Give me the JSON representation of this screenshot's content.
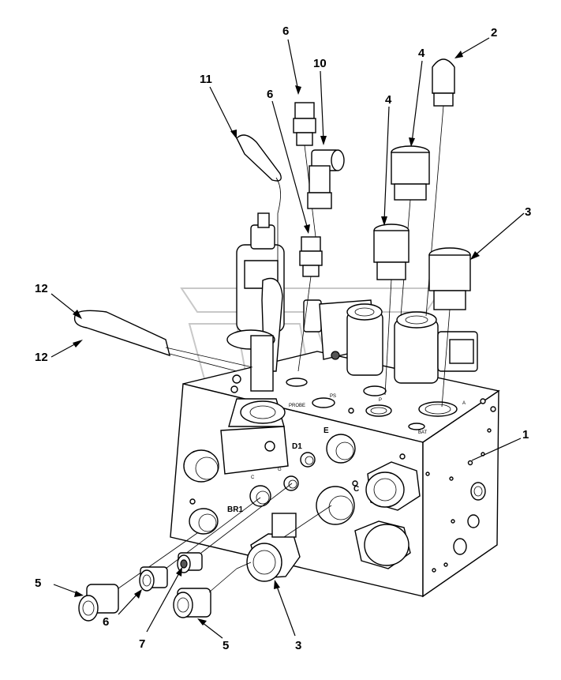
{
  "callouts": [
    {
      "id": "c6a",
      "label": "6"
    },
    {
      "id": "c2",
      "label": "2"
    },
    {
      "id": "c10",
      "label": "10"
    },
    {
      "id": "c11",
      "label": "11"
    },
    {
      "id": "c4a",
      "label": "4"
    },
    {
      "id": "c6b",
      "label": "6"
    },
    {
      "id": "c4b",
      "label": "4"
    },
    {
      "id": "c3a",
      "label": "3"
    },
    {
      "id": "c12a",
      "label": "12"
    },
    {
      "id": "c12b",
      "label": "12"
    },
    {
      "id": "c1",
      "label": "1"
    },
    {
      "id": "c5a",
      "label": "5"
    },
    {
      "id": "c6c",
      "label": "6"
    },
    {
      "id": "c7",
      "label": "7"
    },
    {
      "id": "c5b",
      "label": "5"
    },
    {
      "id": "c3b",
      "label": "3"
    }
  ],
  "port_labels": {
    "d1": "D1",
    "e": "E",
    "c": "C",
    "br1": "BR1"
  }
}
